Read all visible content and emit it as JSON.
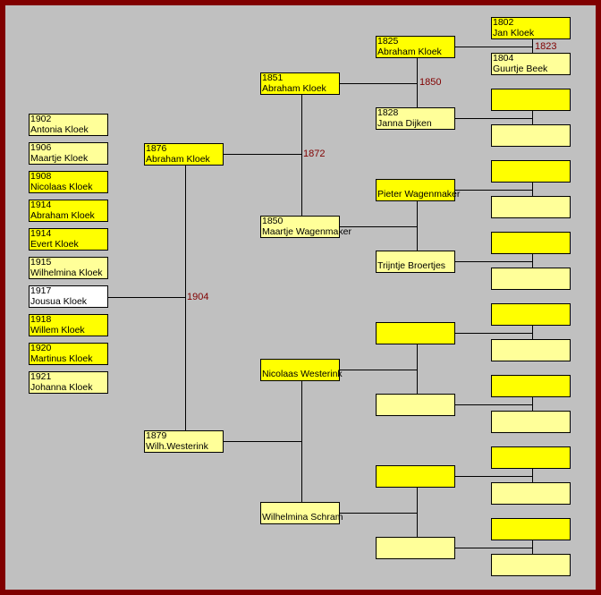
{
  "children": [
    {
      "year": "1902",
      "name": "Antonia Kloek",
      "sex": "f"
    },
    {
      "year": "1906",
      "name": "Maartje Kloek",
      "sex": "f"
    },
    {
      "year": "1908",
      "name": "Nicolaas Kloek",
      "sex": "m"
    },
    {
      "year": "1914",
      "name": "Abraham Kloek",
      "sex": "m"
    },
    {
      "year": "1914",
      "name": "Evert Kloek",
      "sex": "m"
    },
    {
      "year": "1915",
      "name": "Wilhelmina Kloek",
      "sex": "f"
    },
    {
      "year": "1917",
      "name": "Jousua Kloek",
      "sex": "w"
    },
    {
      "year": "1918",
      "name": "Willem Kloek",
      "sex": "m"
    },
    {
      "year": "1920",
      "name": "Martinus Kloek",
      "sex": "m"
    },
    {
      "year": "1921",
      "name": "Johanna Kloek",
      "sex": "f"
    }
  ],
  "gen1": [
    {
      "year": "1876",
      "name": "Abraham Kloek",
      "sex": "m"
    },
    {
      "year": "1879",
      "name": "Wilh.Westerink",
      "sex": "f"
    }
  ],
  "gen2": [
    {
      "year": "1851",
      "name": "Abraham Kloek",
      "sex": "m"
    },
    {
      "year": "1850",
      "name": "Maartje Wagenmaker",
      "sex": "f"
    },
    {
      "year": "",
      "name": "Nicolaas Westerink",
      "sex": "m"
    },
    {
      "year": "",
      "name": "Wilhelmina Schram",
      "sex": "f"
    }
  ],
  "gen3": [
    {
      "year": "1825",
      "name": "Abraham Kloek",
      "sex": "m"
    },
    {
      "year": "1828",
      "name": "Janna Dijken",
      "sex": "f"
    },
    {
      "year": "",
      "name": "Pieter Wagenmaker",
      "sex": "m"
    },
    {
      "year": "",
      "name": "Trijntje Broertjes",
      "sex": "f"
    },
    {
      "year": "",
      "name": "",
      "sex": "m"
    },
    {
      "year": "",
      "name": "",
      "sex": "f"
    },
    {
      "year": "",
      "name": "",
      "sex": "m"
    },
    {
      "year": "",
      "name": "",
      "sex": "f"
    }
  ],
  "gen4": [
    {
      "year": "1802",
      "name": "Jan Kloek",
      "sex": "m"
    },
    {
      "year": "1804",
      "name": "Guurtje Beek",
      "sex": "f"
    },
    {
      "year": "",
      "name": "",
      "sex": "m"
    },
    {
      "year": "",
      "name": "",
      "sex": "f"
    },
    {
      "year": "",
      "name": "",
      "sex": "m"
    },
    {
      "year": "",
      "name": "",
      "sex": "f"
    },
    {
      "year": "",
      "name": "",
      "sex": "m"
    },
    {
      "year": "",
      "name": "",
      "sex": "f"
    },
    {
      "year": "",
      "name": "",
      "sex": "m"
    },
    {
      "year": "",
      "name": "",
      "sex": "f"
    },
    {
      "year": "",
      "name": "",
      "sex": "m"
    },
    {
      "year": "",
      "name": "",
      "sex": "f"
    },
    {
      "year": "",
      "name": "",
      "sex": "m"
    },
    {
      "year": "",
      "name": "",
      "sex": "f"
    },
    {
      "year": "",
      "name": "",
      "sex": "m"
    },
    {
      "year": "",
      "name": "",
      "sex": "f"
    }
  ],
  "marriages": {
    "children": "1904",
    "gen1_father": "1872",
    "gen2_father": "1850",
    "gen3_father": "1823"
  },
  "colors": {
    "male": "#ffff00",
    "female": "#ffff99",
    "background": "#c0c0c0",
    "frame": "#800000",
    "marriage_year": "#800000"
  }
}
